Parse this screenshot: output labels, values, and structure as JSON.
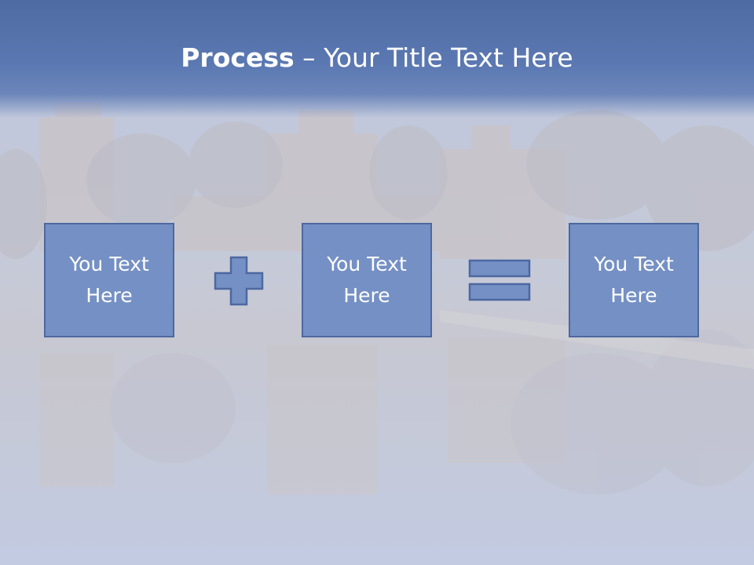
{
  "slide": {
    "title_bold": "Process",
    "title_rest": " – Your Title Text Here",
    "boxes": [
      {
        "label": "You Text\nHere"
      },
      {
        "label": "You Text\nHere"
      },
      {
        "label": "You Text\nHere"
      }
    ],
    "operators": [
      "plus-icon",
      "equals-icon"
    ],
    "colors": {
      "header": "#5b78b2",
      "box_fill": "#7590c4",
      "box_border": "#4d68a0",
      "text": "#ffffff"
    }
  }
}
